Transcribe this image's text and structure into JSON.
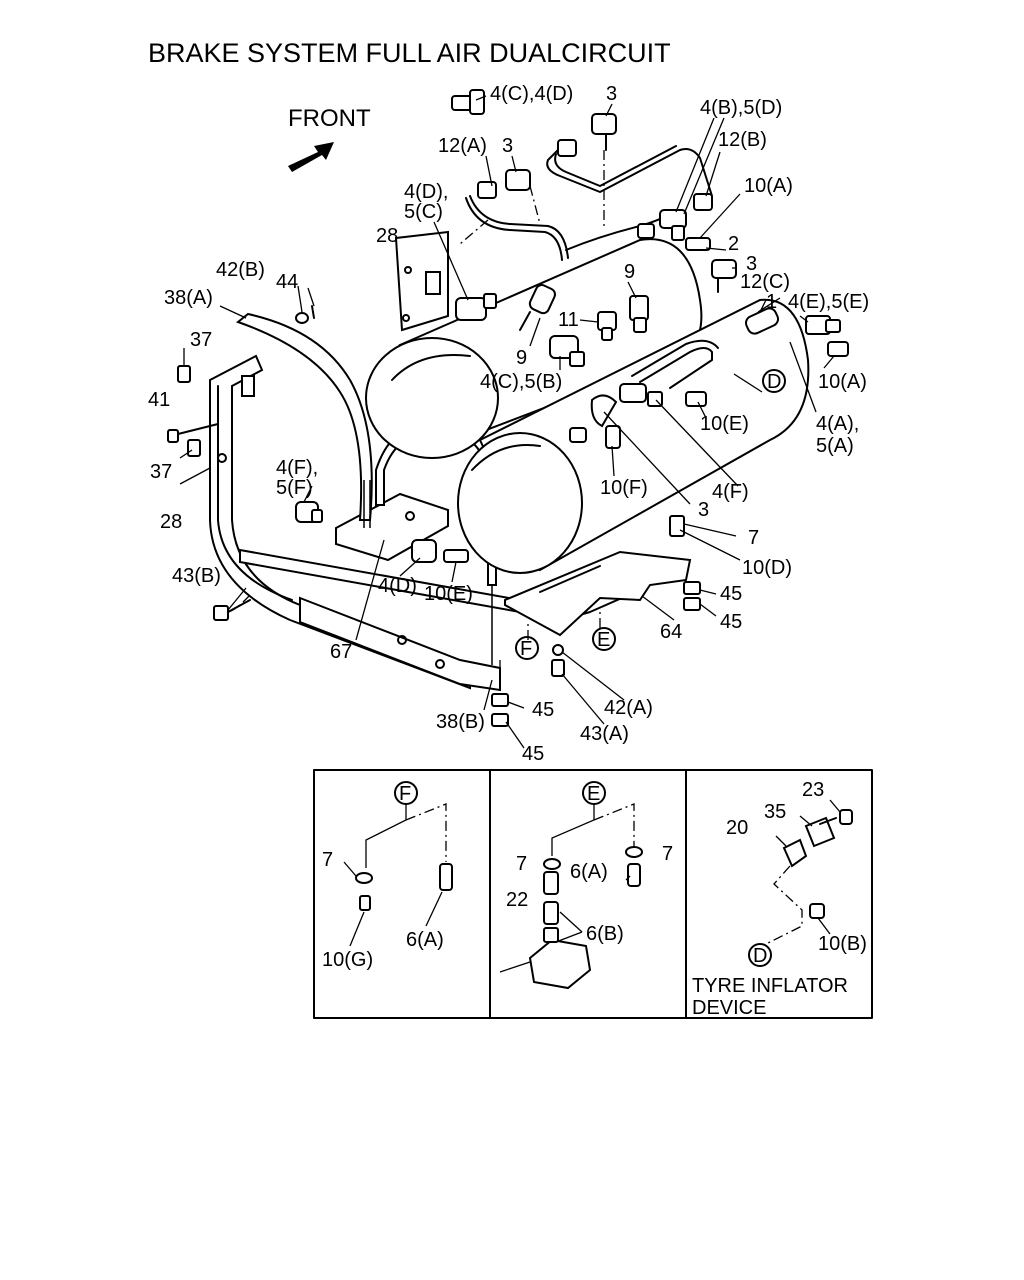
{
  "title": "BRAKE SYSTEM FULL AIR DUALCIRCUIT",
  "front_label": "FRONT",
  "labels": {
    "l_4c4d": "4(C),4(D)",
    "l_3_top": "3",
    "l_4b5d": "4(B),5(D)",
    "l_12b": "12(B)",
    "l_12a": "12(A)",
    "l_3_b": "3",
    "l_10a_top": "10(A)",
    "l_4d_a": "4(D),",
    "l_5c": "5(C)",
    "l_28_top": "28",
    "l_2": "2",
    "l_3_c": "3",
    "l_42b": "42(B)",
    "l_44": "44",
    "l_9_a": "9",
    "l_12c": "12(C)",
    "l_1": "1",
    "l_4e5e": "4(E),5(E)",
    "l_38a": "38(A)",
    "l_11": "11",
    "l_37_a": "37",
    "l_9_b": "9",
    "l_4c5b": "4(C),5(B)",
    "l_d_main": "D",
    "l_10a_r": "10(A)",
    "l_41": "41",
    "l_10e_a": "10(E)",
    "l_4a": "4(A),",
    "l_5a": "5(A)",
    "l_37_b": "37",
    "l_4f_a": "4(F),",
    "l_5f": "5(F)",
    "l_10f": "10(F)",
    "l_4f_b": "4(F)",
    "l_28_b": "28",
    "l_3_d": "3",
    "l_7_main": "7",
    "l_10d": "10(D)",
    "l_43b": "43(B)",
    "l_4d_b": "4(D)",
    "l_10e_b": "10(E)",
    "l_45_a": "45",
    "l_45_b": "45",
    "l_64": "64",
    "l_e_main": "E",
    "l_f_main": "F",
    "l_67": "67",
    "l_42a": "42(A)",
    "l_43a": "43(A)",
    "l_45_c": "45",
    "l_38b": "38(B)",
    "l_45_d": "45"
  },
  "inset_f": {
    "circle": "F",
    "l_7": "7",
    "l_10g": "10(G)",
    "l_6a": "6(A)"
  },
  "inset_e": {
    "circle": "E",
    "l_7a": "7",
    "l_7b": "7",
    "l_6a": "6(A)",
    "l_22": "22",
    "l_6b": "6(B)"
  },
  "inset_d": {
    "circle": "D",
    "l_23": "23",
    "l_35": "35",
    "l_20": "20",
    "l_10b": "10(B)",
    "caption_1": "TYRE INFLATOR",
    "caption_2": "DEVICE"
  }
}
